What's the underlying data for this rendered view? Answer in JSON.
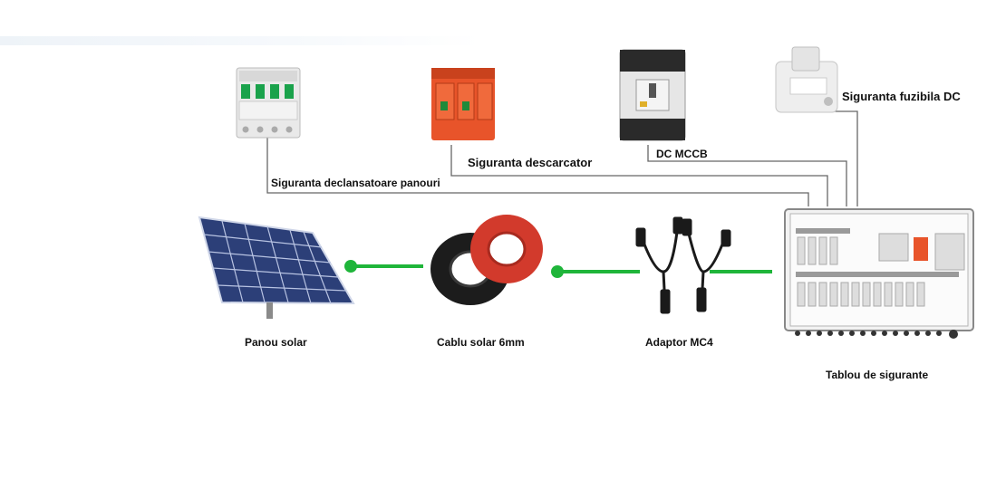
{
  "labels": {
    "panou": "Panou solar",
    "cablu": "Cablu solar 6mm",
    "adaptor": "Adaptor MC4",
    "tablou": "Tablou de sigurante",
    "declansatoare": "Siguranta declansatoare panouri",
    "descarcator": "Siguranta descarcator",
    "mccb": "DC MCCB",
    "fuzibila": "Siguranta fuzibila DC"
  },
  "colors": {
    "connector": "#1fb53a",
    "wire": "#666666",
    "descarcator": "#e8542a",
    "cable_red": "#d23a2c",
    "cable_black": "#1c1c1c",
    "panel": "#2c3f78"
  }
}
